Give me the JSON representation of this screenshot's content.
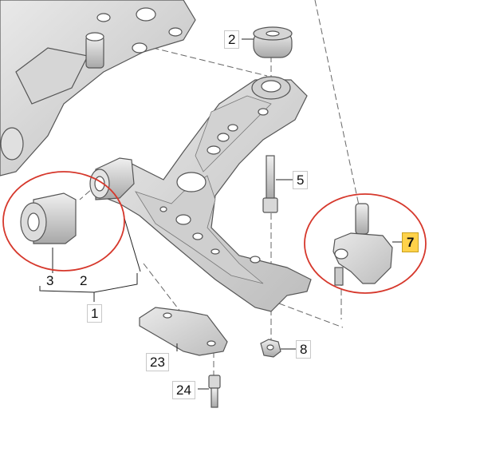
{
  "callouts": {
    "c2a": "2",
    "c5": "5",
    "c7": "7",
    "c8": "8",
    "c23": "23",
    "c24": "24",
    "c3": "3",
    "c2b": "2",
    "c1": "1"
  },
  "colors": {
    "highlight_circle": "#d6382c",
    "highlight_label": "#ffd24a"
  }
}
